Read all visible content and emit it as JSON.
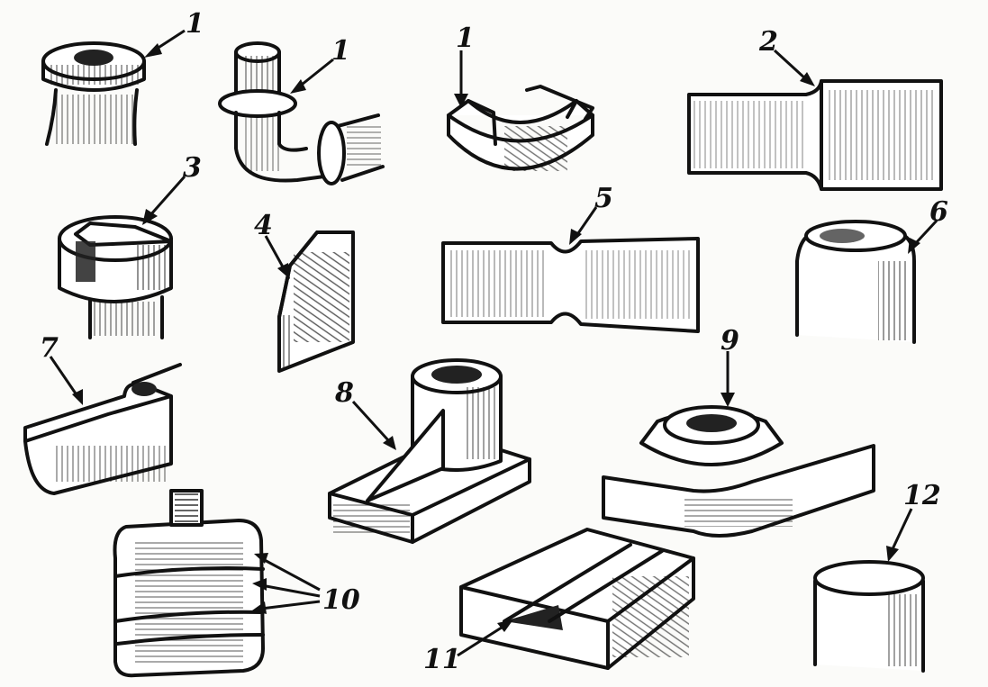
{
  "labels": {
    "l1a": "1",
    "l1b": "1",
    "l1c": "1",
    "l2": "2",
    "l3": "3",
    "l4": "4",
    "l5": "5",
    "l6": "6",
    "l7": "7",
    "l8": "8",
    "l9": "9",
    "l10": "10",
    "l11": "11",
    "l12": "12"
  }
}
